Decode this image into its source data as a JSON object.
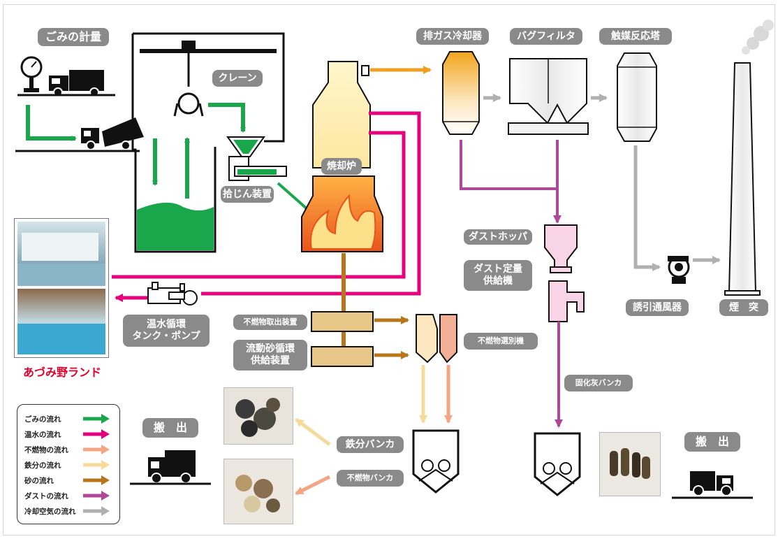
{
  "labels": {
    "gomi_keiryo": "ごみの計量",
    "crane": "クレーン",
    "shojin": "拾じん装置",
    "shokyakuro": "焼却炉",
    "haigas": "排ガス冷却器",
    "bagfilter": "バグフィルタ",
    "shokubai": "触媒反応塔",
    "dust_hopper": "ダストホッパ",
    "dust_teiryo_1": "ダスト定量",
    "dust_teiryo_2": "供給機",
    "yuin": "誘引通風器",
    "entotsu": "煙　突",
    "onsui_1": "温水循環",
    "onsui_2": "タンク・ポンプ",
    "funen_toridashi": "不燃物取出装置",
    "ryudo_1": "流動砂循環",
    "ryudo_2": "供給装置",
    "funen_sentei": "不燃物選別機",
    "koka_bunka": "固化灰バンカ",
    "tetsubun": "鉄分バンカ",
    "funen_bunka": "不燃物バンカ",
    "hanshutsu_left": "搬　出",
    "hanshutsu_right": "搬　出",
    "azumino": "あづみ野ランド"
  },
  "legend": [
    {
      "label": "ごみの流れ",
      "color": "#1aa64a"
    },
    {
      "label": "温水の流れ",
      "color": "#e6007e"
    },
    {
      "label": "不燃物の流れ",
      "color": "#f4a582"
    },
    {
      "label": "鉄分の流れ",
      "color": "#f7d99a"
    },
    {
      "label": "砂の流れ",
      "color": "#b8751a"
    },
    {
      "label": "ダストの流れ",
      "color": "#b0489a"
    },
    {
      "label": "冷却空気の流れ",
      "color": "#b0b0b0"
    }
  ],
  "colors": {
    "garbage": "#1aa64a",
    "hotwater": "#e6007e",
    "incombustible": "#f4a582",
    "iron": "#f7d99a",
    "sand": "#b8751a",
    "dust": "#b0489a",
    "air": "#b0b0b0",
    "label_bg": "#8a8a8a",
    "gas": "#f0a020"
  }
}
